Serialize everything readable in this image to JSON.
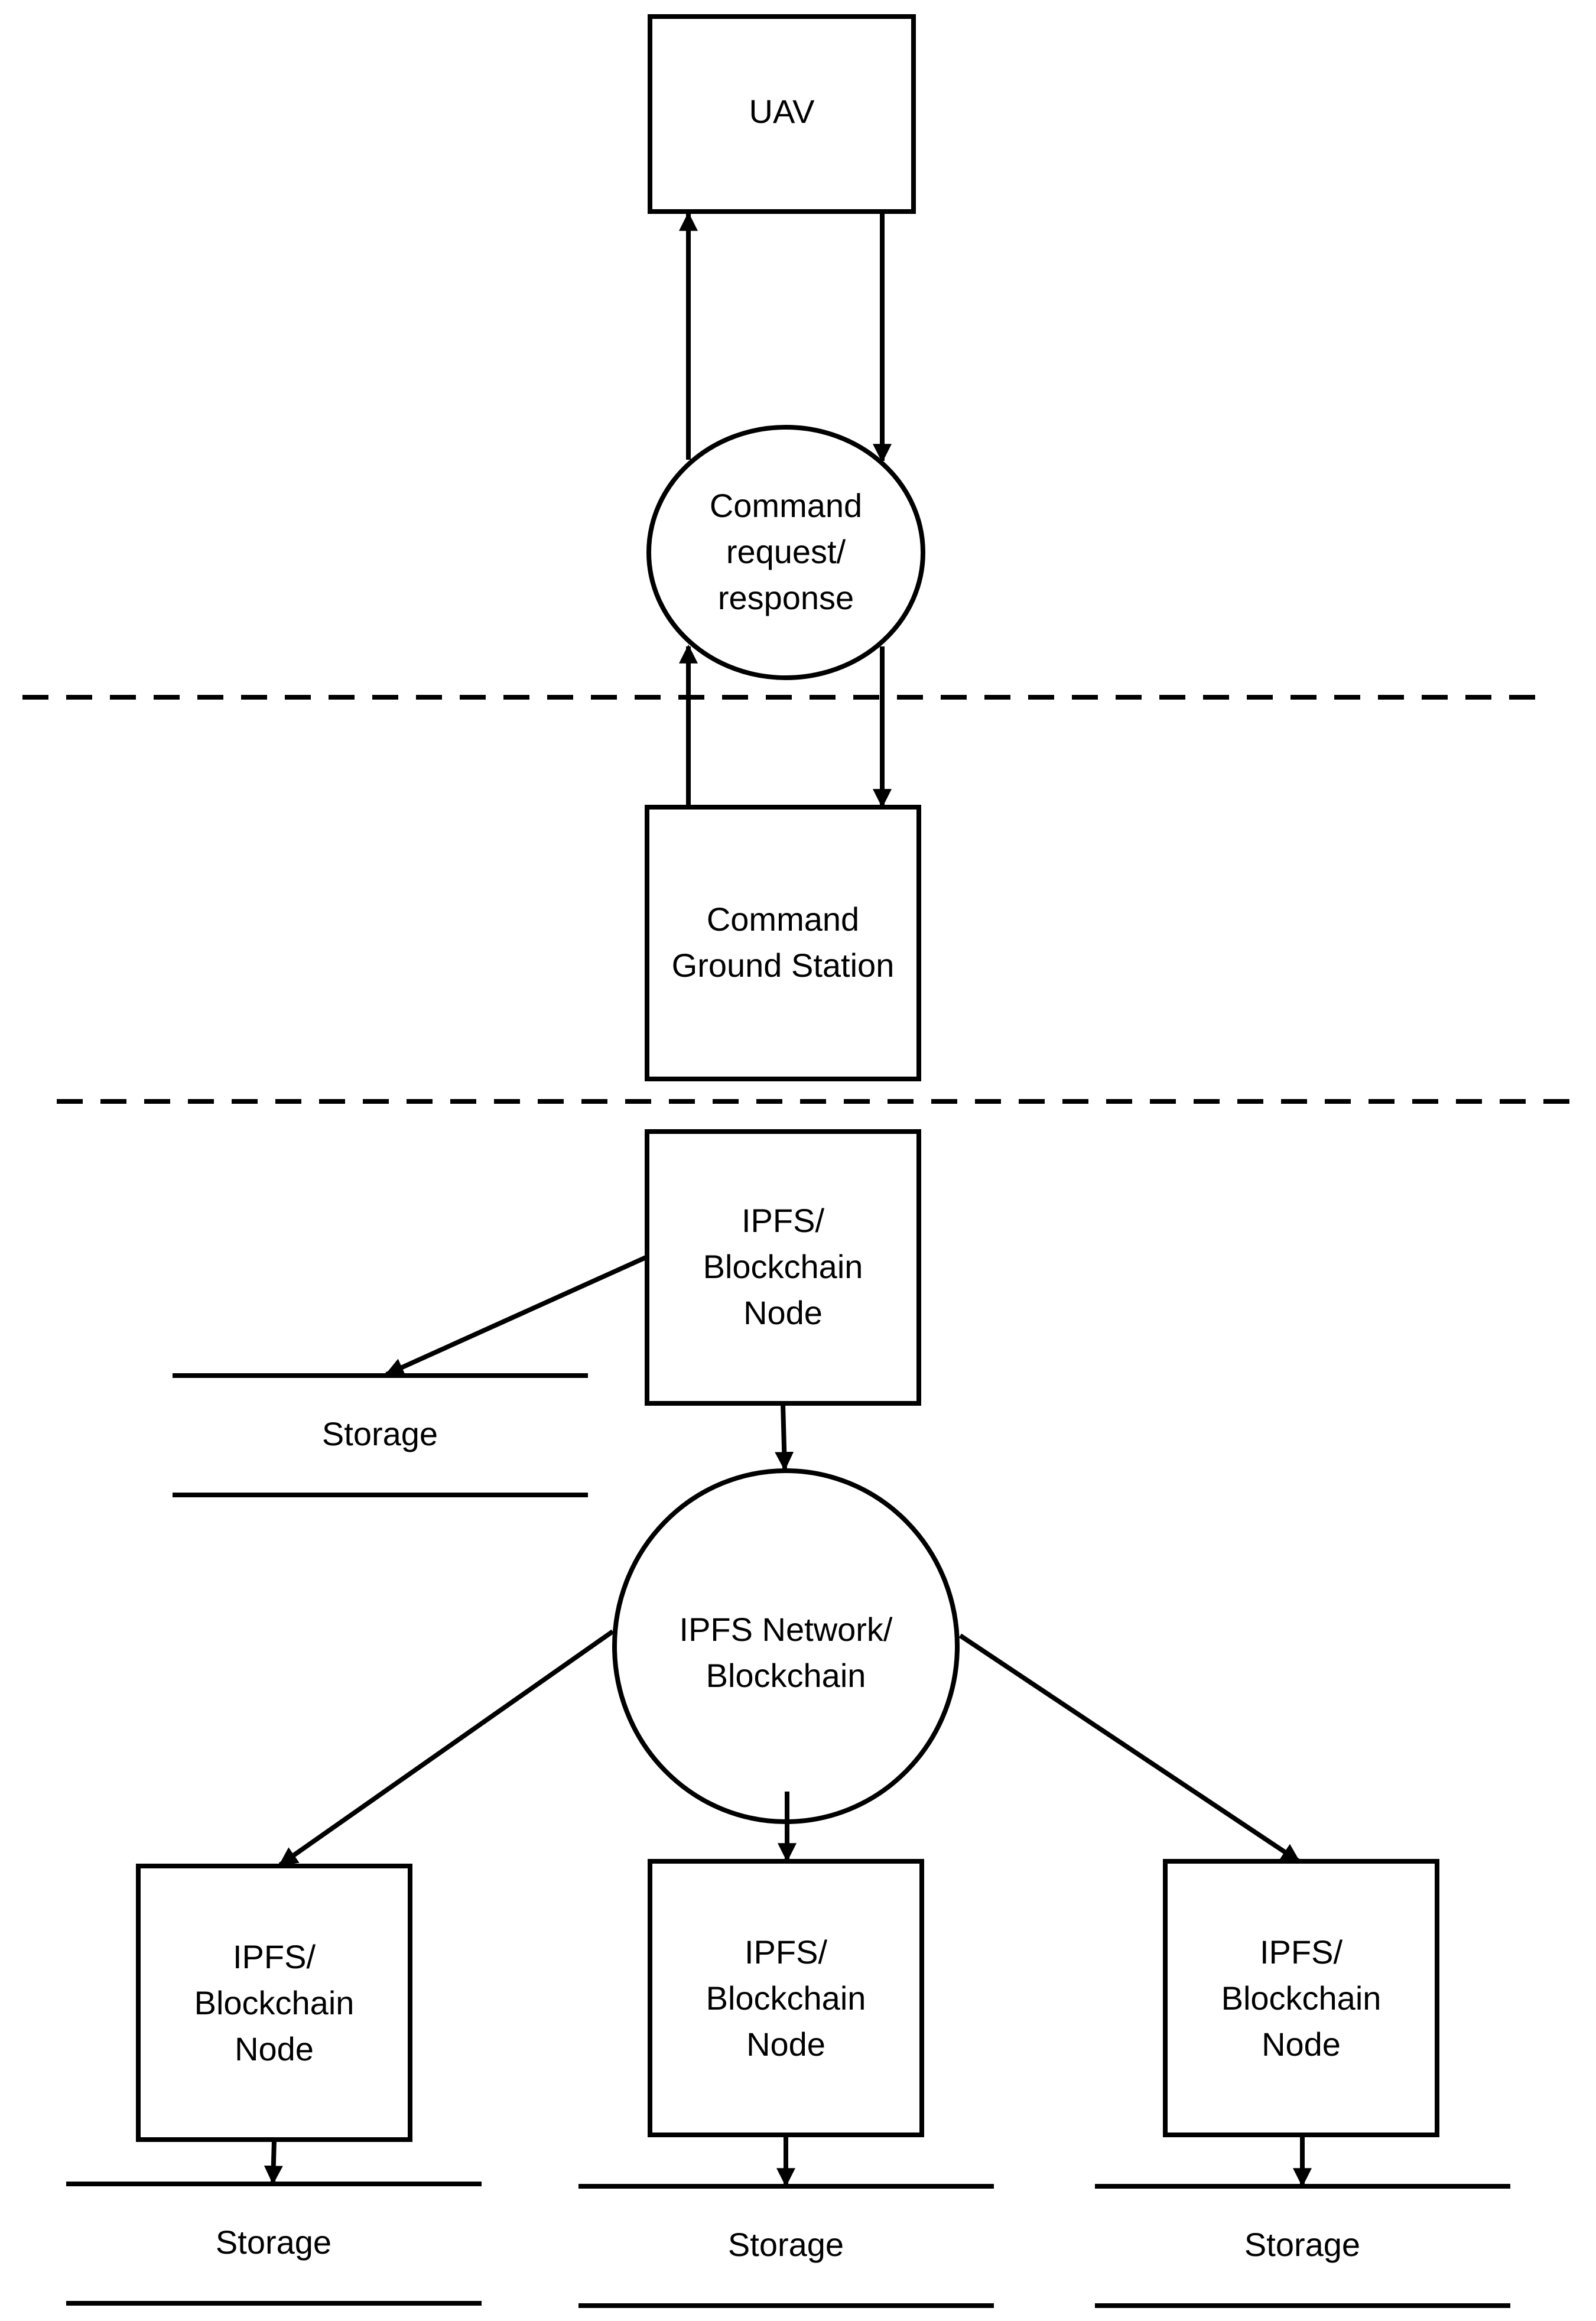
{
  "uav": {
    "label": "UAV"
  },
  "command_request": {
    "line1": "Command",
    "line2": "request/",
    "line3": "response"
  },
  "ground_station": {
    "line1": "Command",
    "line2": "Ground Station"
  },
  "main_node": {
    "line1": "IPFS/",
    "line2": "Blockchain",
    "line3": "Node"
  },
  "main_storage": {
    "label": "Storage"
  },
  "network": {
    "line1": "IPFS Network/",
    "line2": "Blockchain"
  },
  "nodes": [
    {
      "line1": "IPFS/",
      "line2": "Blockchain",
      "line3": "Node",
      "storage": "Storage"
    },
    {
      "line1": "IPFS/",
      "line2": "Blockchain",
      "line3": "Node",
      "storage": "Storage"
    },
    {
      "line1": "IPFS/",
      "line2": "Blockchain",
      "line3": "Node",
      "storage": "Storage"
    }
  ]
}
